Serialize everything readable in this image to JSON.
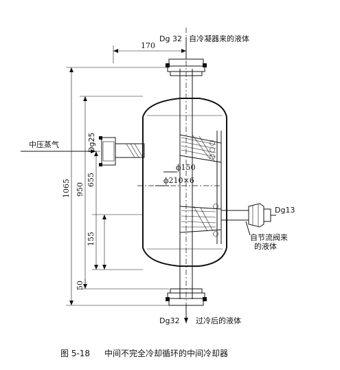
{
  "labels": {
    "top_inlet_size": "Dg 32",
    "top_inlet_desc": "自冷凝器来的液体",
    "left_inlet_desc": "中压蒸气",
    "left_inlet_size": "Dg25",
    "inner_pipe_dia": "ϕ150",
    "coil_spec": "ϕ210×6",
    "right_inlet_size": "Dg13",
    "right_inlet_desc_1": "自节流阀来",
    "right_inlet_desc_2": "的液体",
    "bottom_outlet_size": "Dg32",
    "bottom_outlet_desc": "过冷后的液体"
  },
  "dimensions": {
    "top_width": "170",
    "overall_height": "1065",
    "height_950": "950",
    "height_655": "655",
    "height_155": "155",
    "height_50": "50"
  },
  "caption": {
    "number": "图 5-18",
    "title": "中间不完全冷却循环的中间冷却器"
  }
}
